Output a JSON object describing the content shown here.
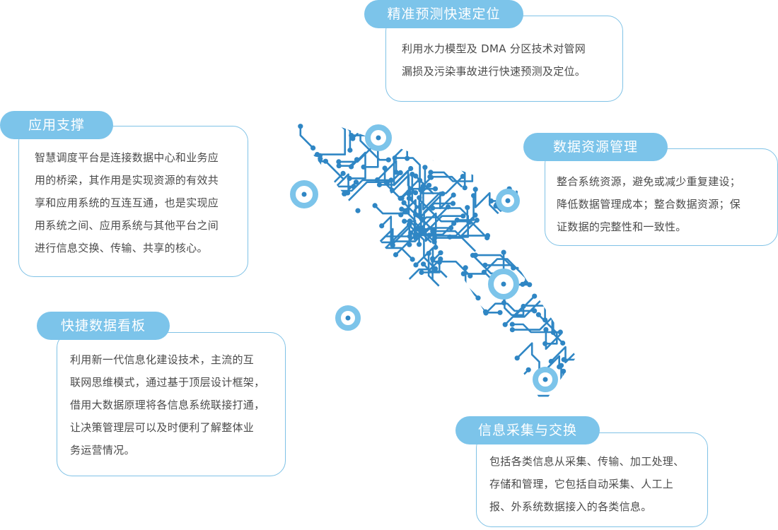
{
  "colors": {
    "pill": "#7cc4ea",
    "card_border": "#7fc2e6",
    "circuit": "#2f86c4",
    "ring": "#7cc4ea",
    "text": "#4a4a4a"
  },
  "cards": {
    "precise": {
      "title": "精准预测快速定位",
      "lines": [
        "利用水力模型及 DMA 分区技术对管网",
        "漏损及污染事故进行快速预测及定位。"
      ]
    },
    "support": {
      "title": "应用支撑",
      "lines": [
        "智慧调度平台是连接数据中心和业务应",
        "用的桥梁，其作用是实现资源的有效共",
        "享和应用系统的互连互通，也是实现应",
        "用系统之间、应用系统与其他平台之间",
        "进行信息交换、传输、共享的核心。"
      ]
    },
    "resource": {
      "title": "数据资源管理",
      "lines": [
        "整合系统资源，避免或减少重复建设；",
        "降低数据管理成本；整合数据资源；保",
        "证数据的完整性和一致性。"
      ]
    },
    "dashboard": {
      "title": "快捷数据看板",
      "lines": [
        "利用新一代信息化建设技术，主流的互",
        "联网思维模式，通过基于顶层设计框架，",
        "借用大数据原理将各信息系统联接打通，",
        "让决策管理层可以及时便利了解整体业",
        "务运营情况。"
      ]
    },
    "collect": {
      "title": "信息采集与交换",
      "lines": [
        "包括各类信息从采集、传输、加工处理、",
        "存储和管理，它包括自动采集、人工上",
        "报、外系统数据接入的各类信息。"
      ]
    }
  }
}
